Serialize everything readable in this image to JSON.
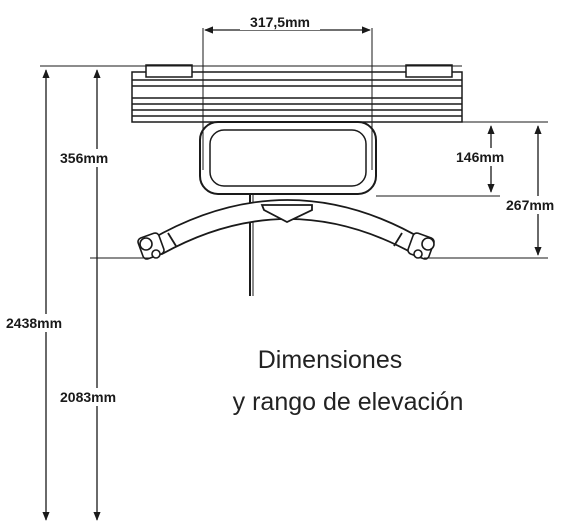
{
  "dimensions": {
    "width_top": "317,5mm",
    "height_total": "2438mm",
    "height_rail_to_hook": "356mm",
    "height_floor_to_hook": "2083mm",
    "unit_height": "146mm",
    "reach_to_bar": "267mm"
  },
  "caption": {
    "line1": "Dimensiones",
    "line2": "y rango de elevación"
  },
  "colors": {
    "line": "#1a1a1a",
    "text": "#222222"
  }
}
